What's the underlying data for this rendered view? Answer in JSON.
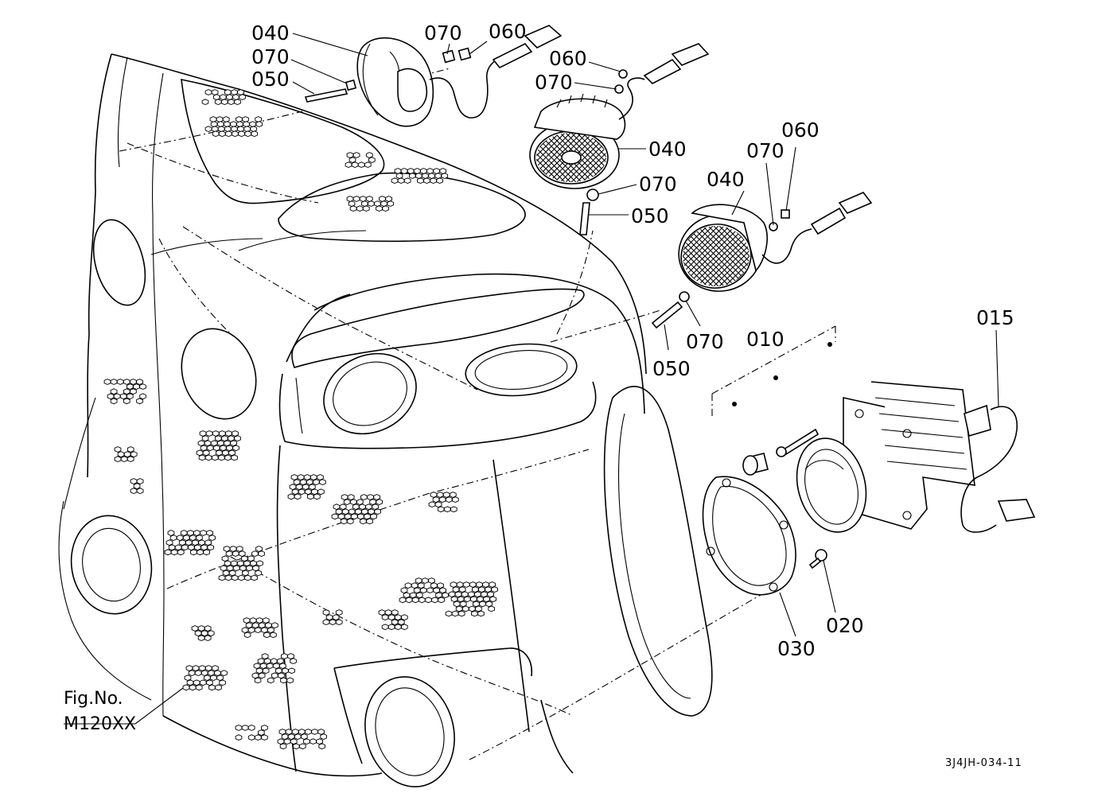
{
  "callouts": {
    "c040_a": "040",
    "c070_a": "070",
    "c060_a": "060",
    "c070_b": "070",
    "c050_a": "050",
    "c060_b": "060",
    "c070_c": "070",
    "c040_b": "040",
    "c070_d": "070",
    "c050_b": "050",
    "c040_c": "040",
    "c070_e": "070",
    "c060_c": "060",
    "c070_f": "070",
    "c050_c": "050",
    "c010": "010",
    "c015": "015",
    "c020": "020",
    "c030": "030"
  },
  "figure": {
    "fig_no_label": "Fig.No.",
    "model": "M120XX",
    "drawing_code": "3J4JH-034-11"
  }
}
